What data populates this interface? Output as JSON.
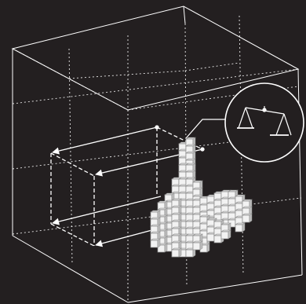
{
  "figure": {
    "background": "#231f20",
    "line_color": "#ffffff",
    "voxel_fill": "#f2f2f2",
    "voxel_edge": "#8a8a8a",
    "icons": [
      "wireframe-cube",
      "dashed-grid-lines",
      "voxel-building",
      "projection-box",
      "arrow",
      "balance-scale-icon"
    ]
  }
}
